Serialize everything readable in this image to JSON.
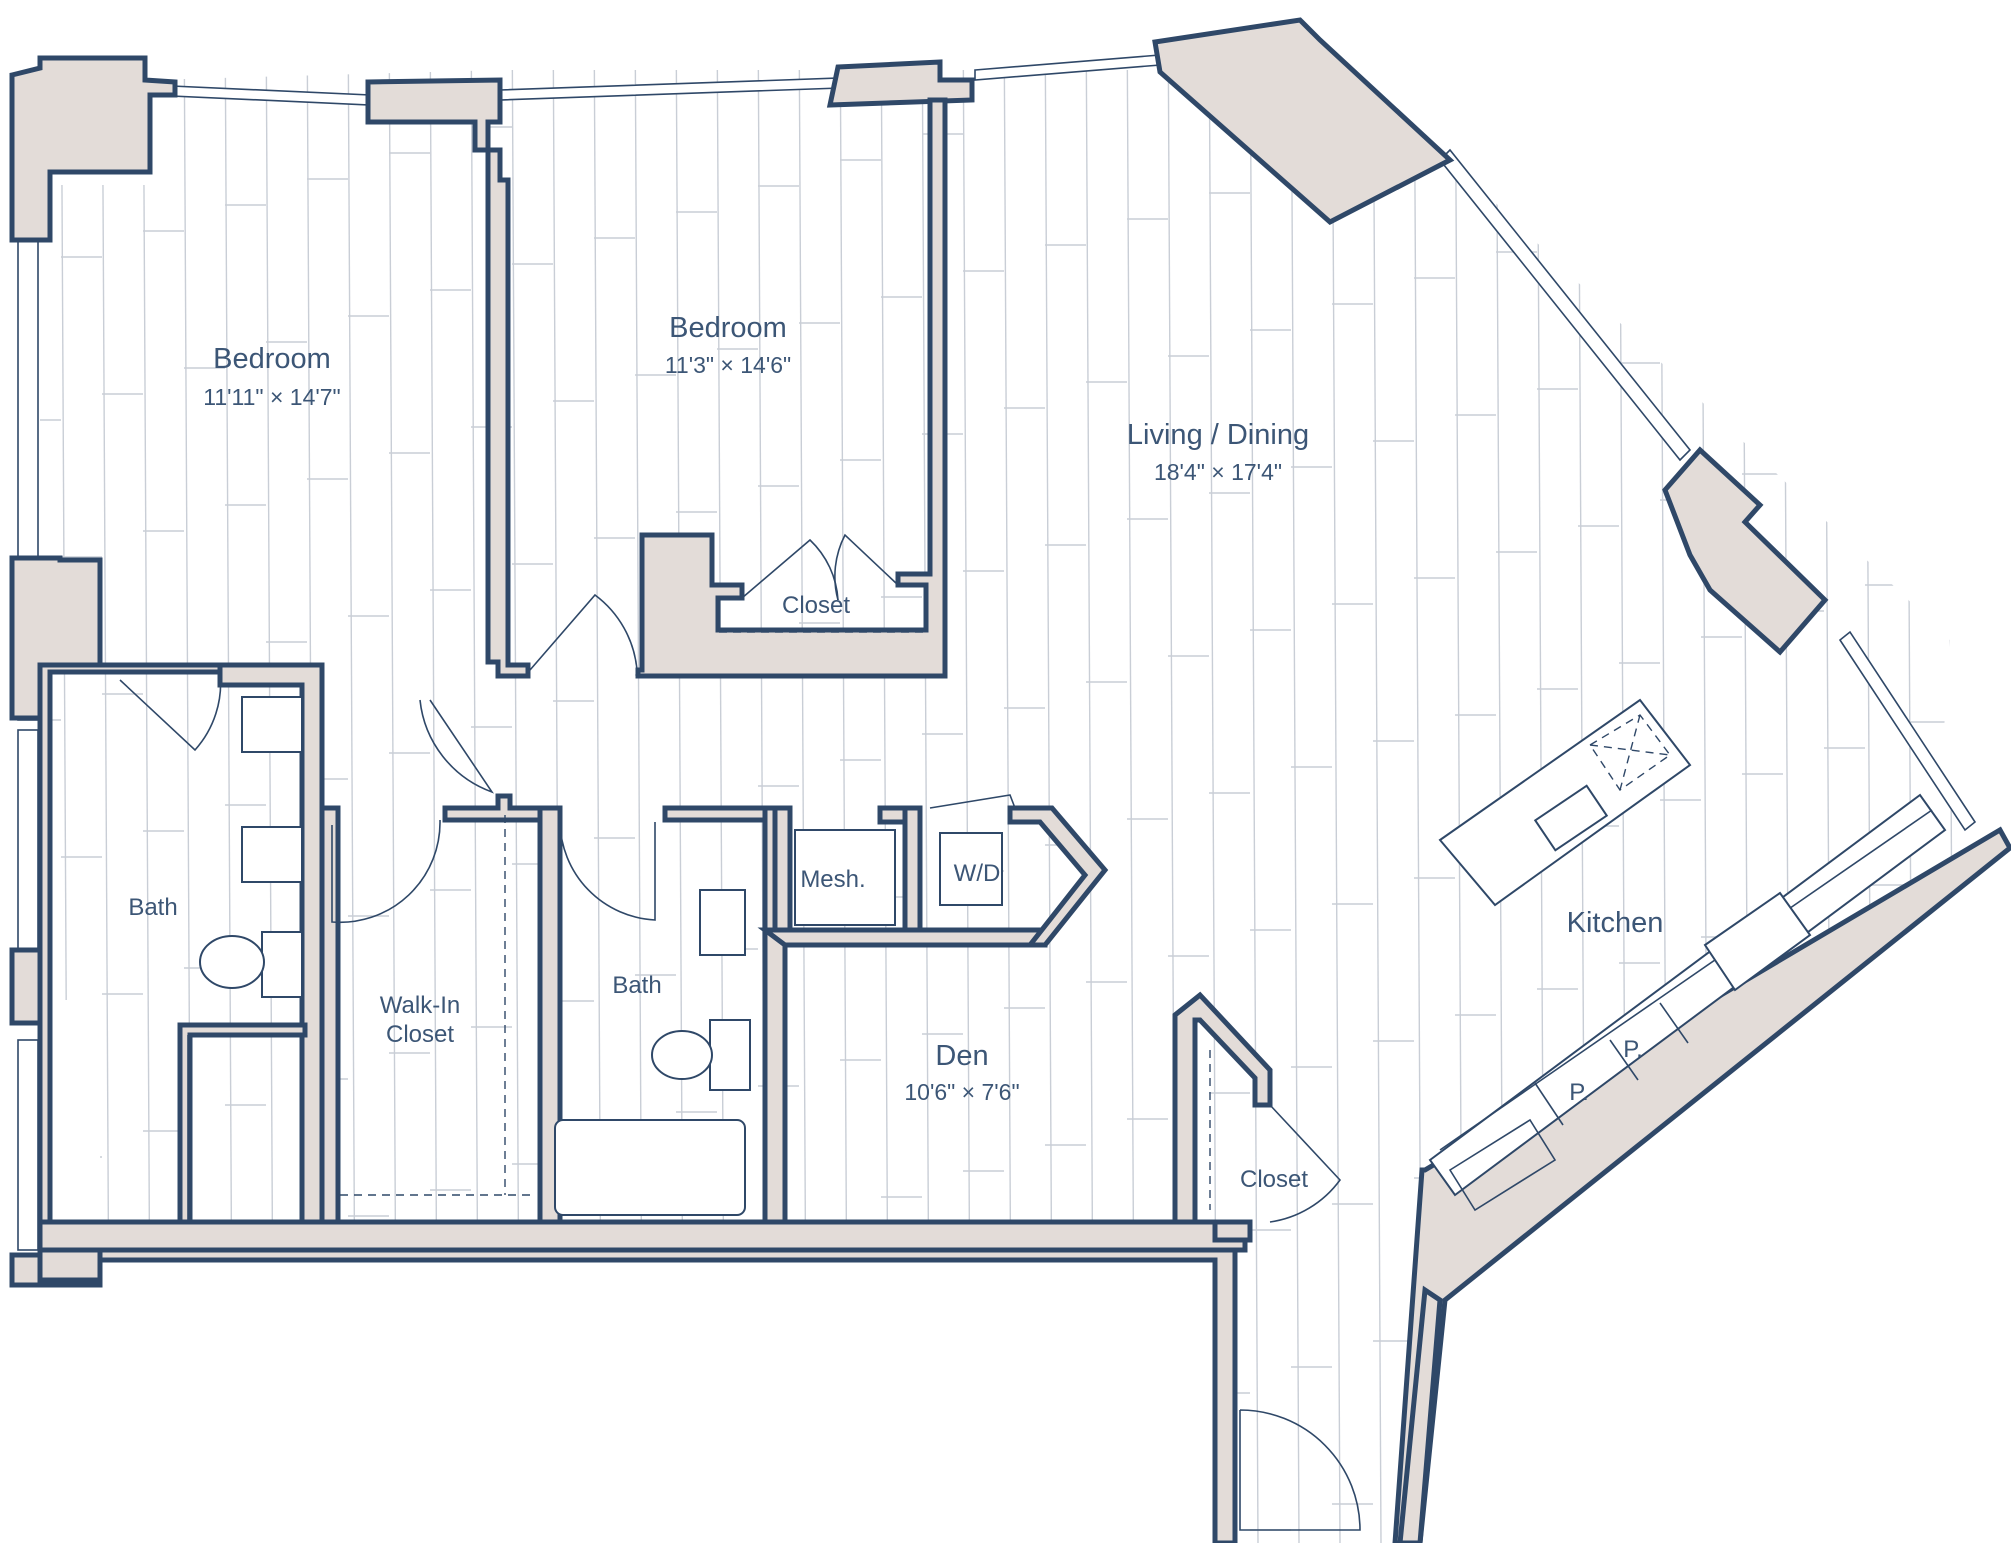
{
  "rooms": {
    "bedroom_left": {
      "name": "Bedroom",
      "size": "11'11\" × 14'7\""
    },
    "bedroom_middle": {
      "name": "Bedroom",
      "size": "11'3\" × 14'6\""
    },
    "living_dining": {
      "name": "Living / Dining",
      "size": "18'4\" × 17'4\""
    },
    "closet_bedroom": {
      "name": "Closet"
    },
    "bath_left": {
      "name": "Bath"
    },
    "walk_in_closet": {
      "line1": "Walk-In",
      "line2": "Closet"
    },
    "bath_middle": {
      "name": "Bath"
    },
    "mech": {
      "name": "Mesh."
    },
    "washer_dryer": {
      "name": "W/D"
    },
    "den": {
      "name": "Den",
      "size": "10'6\" × 7'6\""
    },
    "closet_entry": {
      "name": "Closet"
    },
    "kitchen": {
      "name": "Kitchen"
    },
    "pantry_1": {
      "name": "P."
    },
    "pantry_2": {
      "name": "P."
    }
  },
  "colors": {
    "wall_fill": "#e3dcd8",
    "wall_stroke": "#2f4868",
    "label_text": "#3c5676",
    "floor_board": "#c9ced6"
  }
}
